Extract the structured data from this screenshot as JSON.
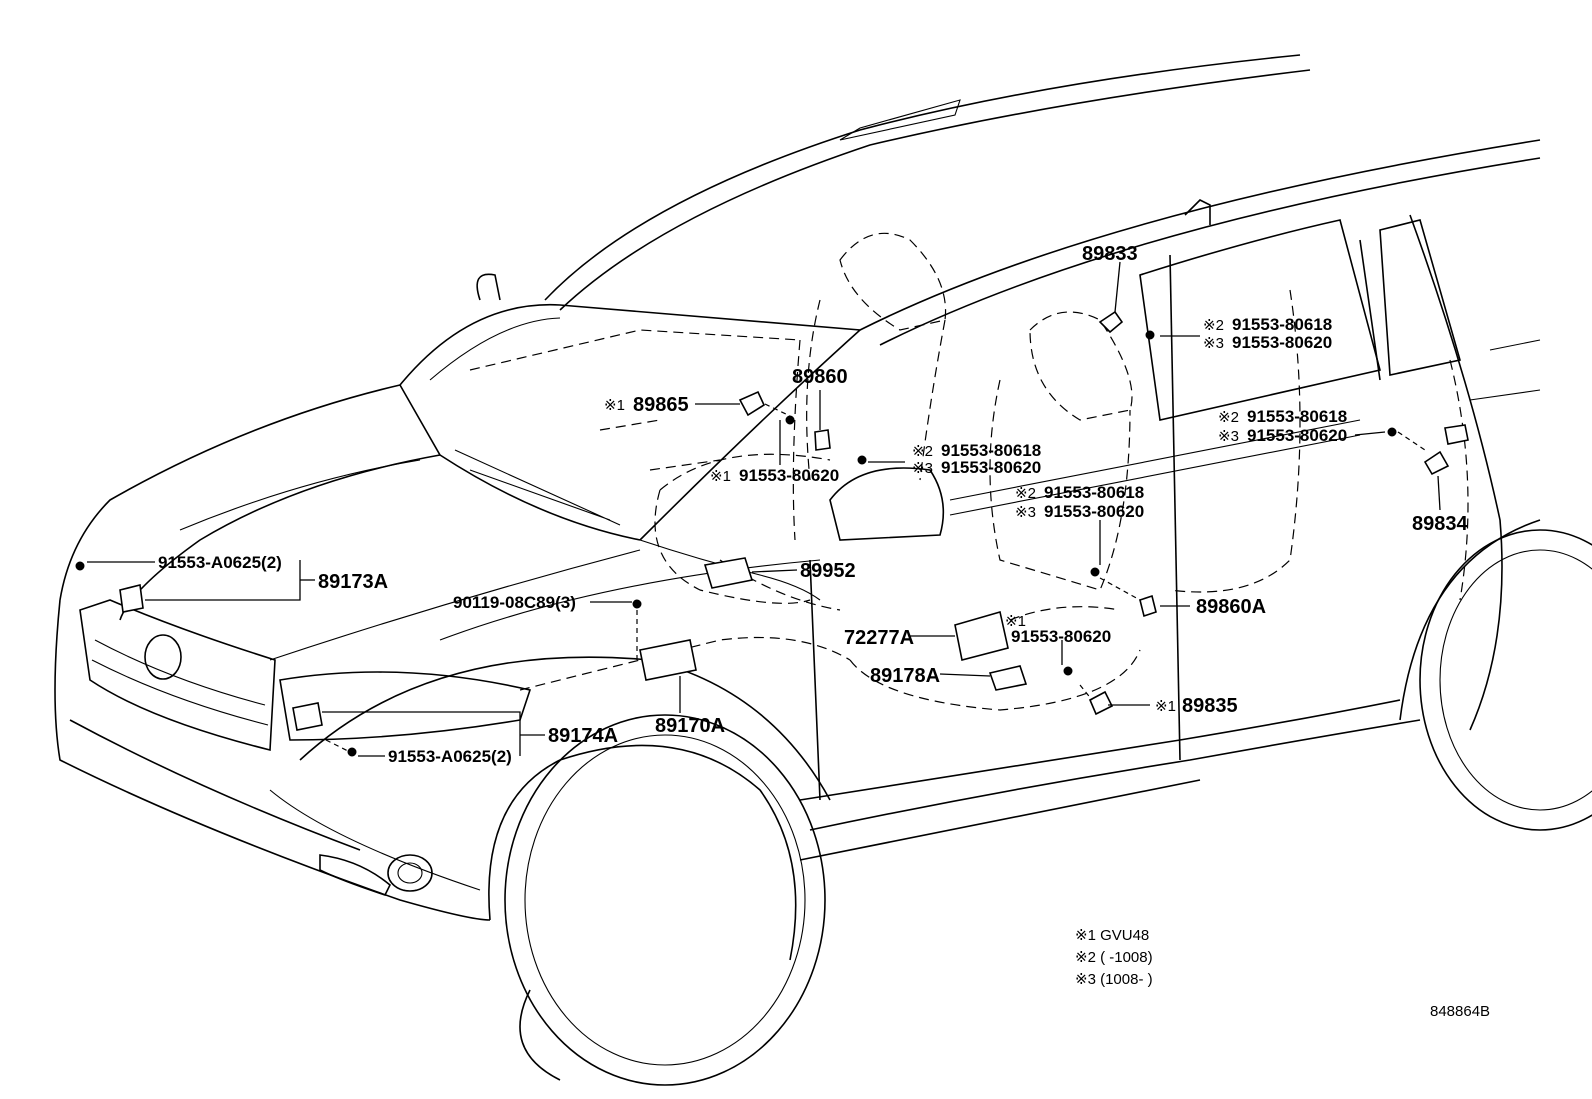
{
  "parts": {
    "p89833": "89833",
    "p89860": "89860",
    "p89865": "89865",
    "p89834": "89834",
    "p89952": "89952",
    "p89860A": "89860A",
    "p89173A": "89173A",
    "p72277A": "72277A",
    "p89178A": "89178A",
    "p89174A": "89174A",
    "p89170A": "89170A",
    "p89835": "89835",
    "b9155380618": "91553-80618",
    "b9155380620": "91553-80620",
    "bA0625": "91553-A0625(2)",
    "b90119": "90119-08C89(3)"
  },
  "marks": {
    "m1": "※1",
    "m2": "※2",
    "m3": "※3"
  },
  "legend": {
    "l1": "※1 GVU48",
    "l2": "※2 (       -1008)",
    "l3": "※3 (1008-       )"
  },
  "figure_code": "848864B"
}
